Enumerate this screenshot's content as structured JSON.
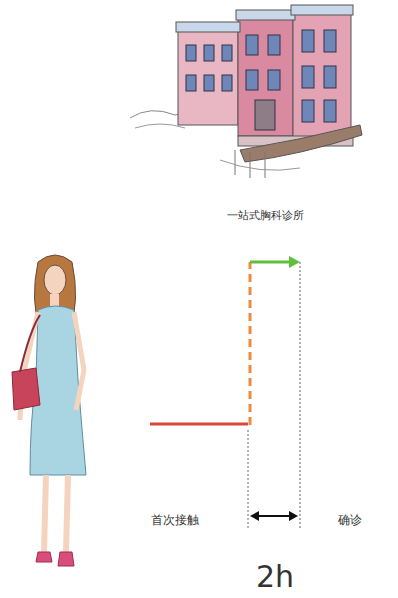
{
  "diagram": {
    "labels": [
      "一站式胸科诊所",
      "首次接触",
      "确诊",
      "2h"
    ]
  }
}
